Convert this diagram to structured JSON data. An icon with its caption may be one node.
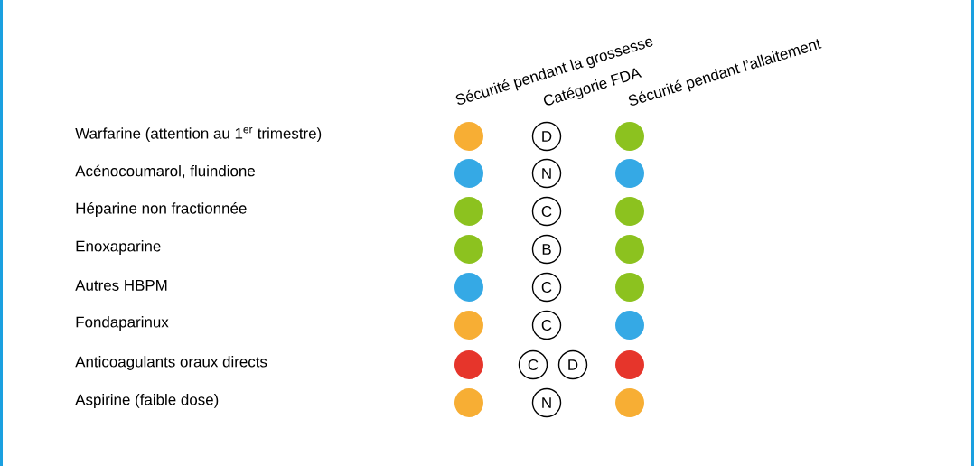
{
  "diagram": {
    "nodes": [
      {
        "text": [],
        "shape": "circle"
      },
      {
        "text": [
          "D"
        ]
      },
      {
        "text": [],
        "shape": "circle"
      },
      {
        "text": [],
        "shape": "circle"
      },
      {
        "text": [
          "N"
        ]
      },
      {
        "text": [],
        "shape": "circle"
      },
      {
        "text": [],
        "shape": "circle"
      },
      {
        "text": [
          "C"
        ]
      },
      {
        "text": [],
        "shape": "circle"
      },
      {
        "text": [],
        "shape": "circle"
      },
      {
        "text": [
          "B"
        ]
      },
      {
        "text": [],
        "shape": "circle"
      },
      {
        "text": [],
        "shape": "circle"
      },
      {
        "text": [
          "C"
        ]
      },
      {
        "text": [],
        "shape": "circle"
      },
      {
        "text": [],
        "shape": "circle"
      },
      {
        "text": [
          "C"
        ]
      },
      {
        "text": [],
        "shape": "circle"
      },
      {
        "text": [],
        "shape": "circle"
      },
      {
        "text": [
          "C"
        ]
      },
      {
        "text": [
          "D"
        ]
      },
      {
        "text": [],
        "shape": "circle"
      },
      {
        "text": [],
        "shape": "circle"
      },
      {
        "text": [
          "N"
        ]
      },
      {
        "text": [],
        "shape": "circle"
      }
    ],
    "labels": [
      "Sécurité pendant la grossesse",
      "Catégorie FDA",
      "Sécurité pendant l’allaitement",
      "Warfarine (attention au 1$^{er}$ trimestre)",
      "Acénocoumarol, fluindione",
      "Héparine non fractionnée",
      "Enoxaparine",
      "Autres HBPM",
      "Fondaparinux",
      "Anticoagulants oraux directs",
      "Aspirine (faible dose)"
    ]
  }
}
